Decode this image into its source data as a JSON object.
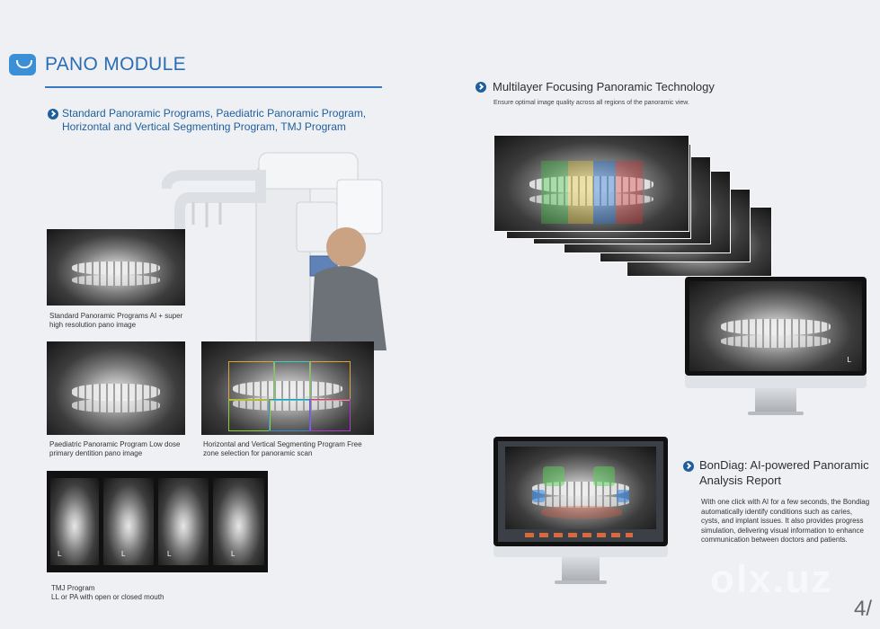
{
  "header": {
    "title": "PANO MODULE"
  },
  "left": {
    "intro": "Standard Panoramic Programs, Paediatric Panoramic Program, Horizontal and Vertical Segmenting Program,  TMJ Program",
    "captions": {
      "standard": "Standard Panoramic Programs AI + super high resolution pano image",
      "paediatric": "Paediatric Panoramic Program Low dose primary dentition pano image",
      "segmenting": "Horizontal and Vertical Segmenting Program Free zone selection for panoramic scan",
      "tmj_title": "TMJ Program",
      "tmj_desc": "LL or PA with open or closed mouth"
    },
    "tmj_labels": [
      "L",
      "L",
      "L",
      "L"
    ]
  },
  "right": {
    "multilayer": {
      "heading": "Multilayer Focusing Panoramic Technology",
      "desc": "Ensure optimal image quality across all regions of the panoramic view."
    },
    "bondiag": {
      "heading": "BonDiag: AI-powered Panoramic Analysis Report",
      "desc": "With one click with AI for a few seconds, the Bondiag automatically identify conditions such as caries, cysts, and implant issues. It also provides progress simulation, delivering visual information to enhance communication between doctors and patients."
    },
    "monitor_label": "L"
  },
  "watermark": "olx.uz",
  "page_number": "4/",
  "colors": {
    "accent": "#1f5f9f",
    "title": "#2a6db5",
    "rule": "#3a78c0"
  }
}
